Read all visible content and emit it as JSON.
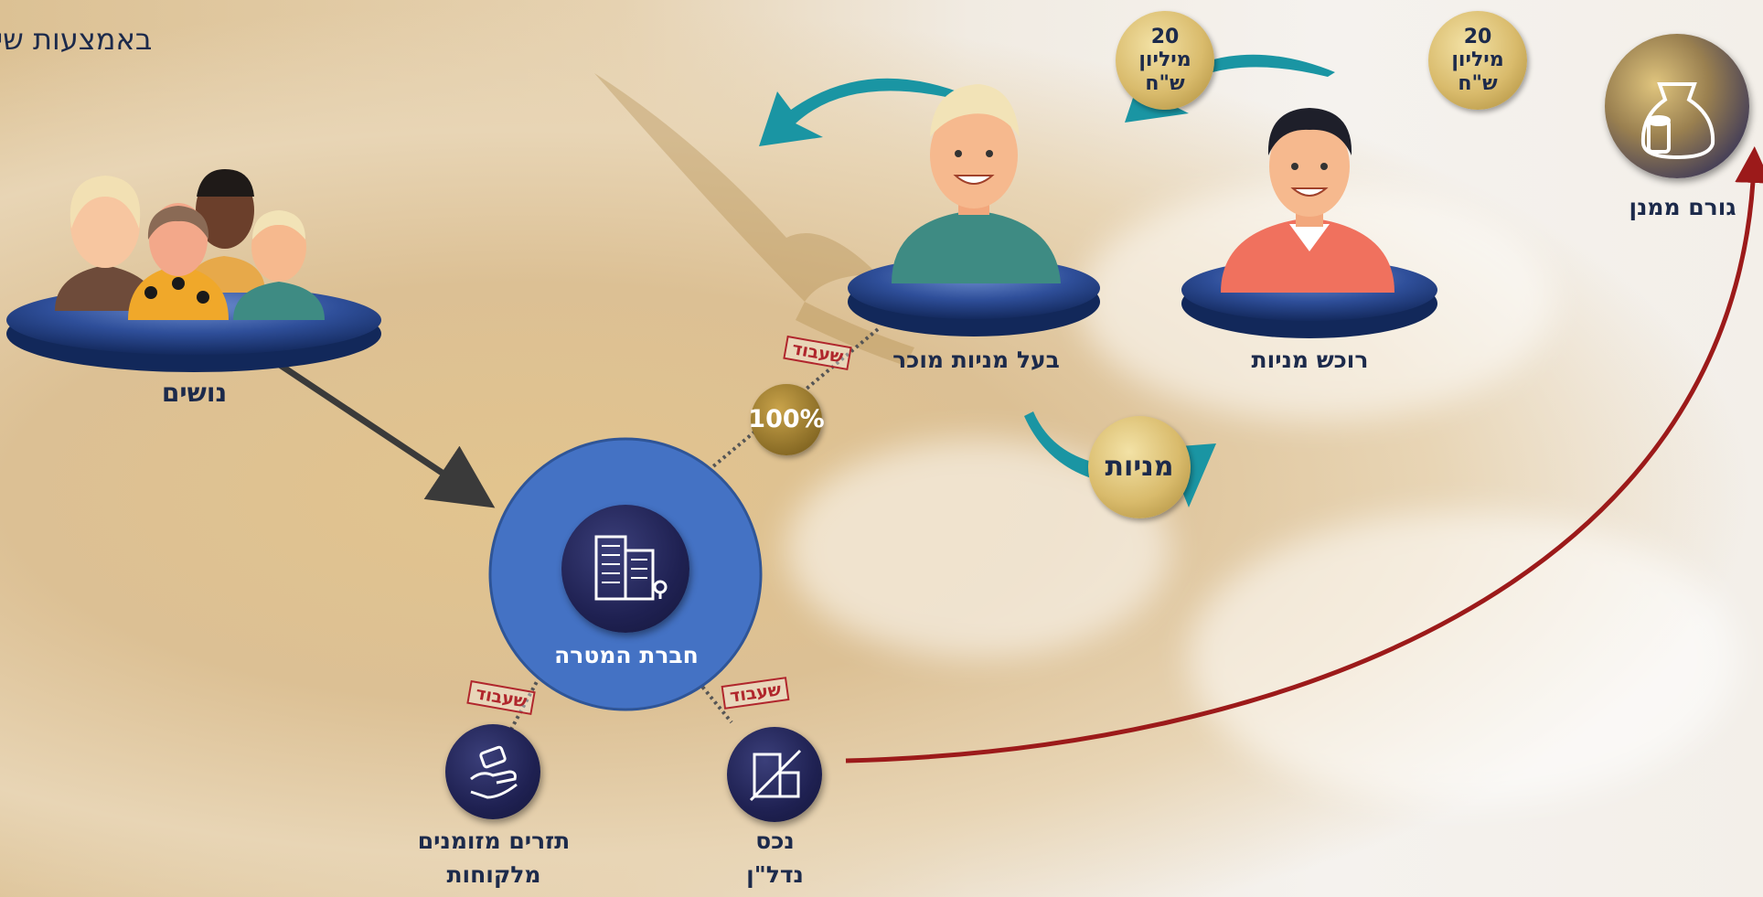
{
  "subtitle": "באמצעות שי",
  "nodes": {
    "funder": "גורם ממנן",
    "buyer": "רוכש מניות",
    "seller": "בעל מניות מוכר",
    "creditors": "נושים",
    "target": "חברת המטרה",
    "cashflows_line1": "תזרים מזומנים",
    "cashflows_line2": "מלקוחות",
    "property_line1": "נכס",
    "property_line2": "נדל\"ן"
  },
  "coins": {
    "payment_1": {
      "amount": "20",
      "unit_line1": "מיליון",
      "unit_line2": "ש\"ח"
    },
    "payment_2": {
      "amount": "20",
      "unit_line1": "מיליון",
      "unit_line2": "ש\"ח"
    },
    "shares": "מניות",
    "ownership": "100%"
  },
  "stamps": {
    "lien": "שעבוד"
  },
  "colors": {
    "navy": "#1c2a4b",
    "teal": "#1a95a3",
    "red": "#9c1a1a",
    "blue": "#4472c4",
    "stamp": "#b0262c"
  }
}
